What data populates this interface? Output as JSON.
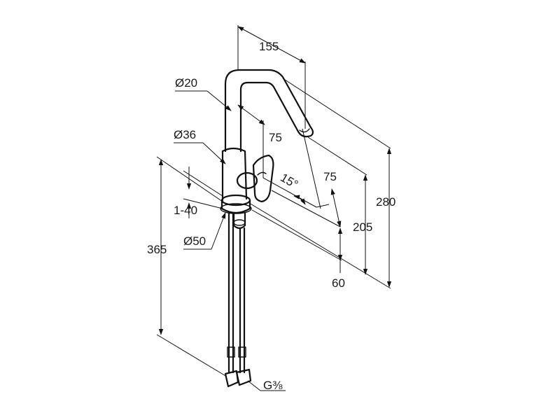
{
  "dimensions": {
    "spout_reach": "155",
    "spout_diameter": "Ø20",
    "spout_offset": "75",
    "body_diameter": "Ø36",
    "handle_offset": "75",
    "swivel_angle": "15°",
    "deck_thickness": "1-40",
    "total_height": "280",
    "outlet_height": "205",
    "base_height": "60",
    "base_diameter": "Ø50",
    "hose_length": "365",
    "connection_thread": "G⅜"
  }
}
